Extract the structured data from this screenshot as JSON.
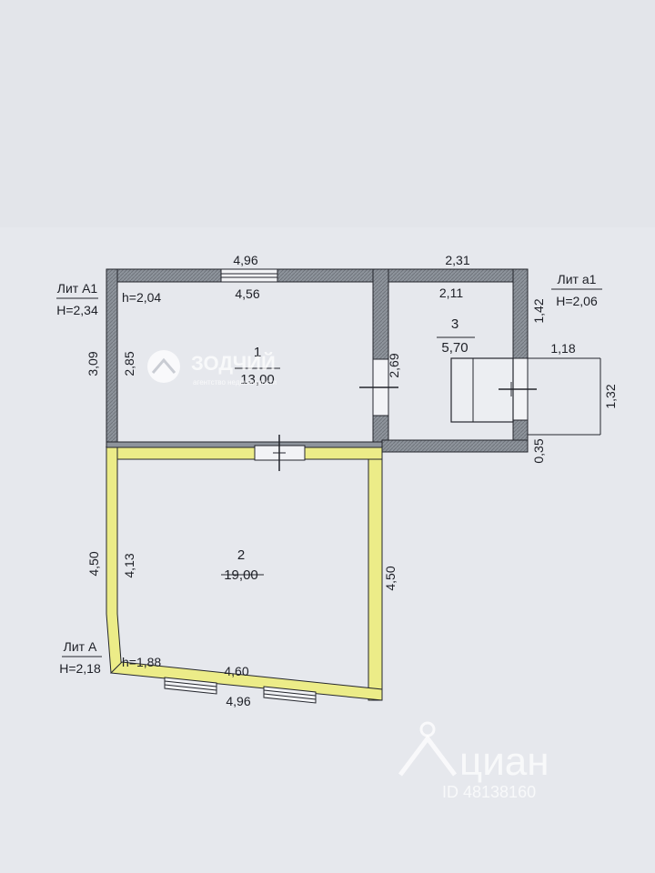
{
  "rooms": [
    {
      "number": "1",
      "area": "13,00"
    },
    {
      "number": "2",
      "area": "19,00"
    },
    {
      "number": "3",
      "area": "5,70"
    }
  ],
  "liters": [
    {
      "name": "Лит А1",
      "height": "H=2,34"
    },
    {
      "name": "Лит а1",
      "height": "H=2,06"
    },
    {
      "name": "Лит А",
      "height": "H=2,18"
    }
  ],
  "inner_heights": {
    "a1_top": "h=2,04",
    "a_bottom": "h=1,88"
  },
  "dimensions": {
    "top_outer": "4,96",
    "top_inner": "4,56",
    "a1_outer_width": "2,31",
    "a1_inner_width": "2,11",
    "a1_height": "1,42",
    "left_outer_top": "3,09",
    "left_inner_top": "2,85",
    "partition": "2,69",
    "porch_width": "1,18",
    "porch_height": "1,32",
    "porch_offset": "0,35",
    "left_outer_bottom": "4,50",
    "left_inner_bottom": "4,13",
    "right_outer_bottom": "4,50",
    "bottom_inner": "4,60",
    "bottom_outer": "4,96"
  },
  "watermarks": {
    "logo_text": "ЗОДЧИЙ",
    "logo_sub": "агентство недвижимости",
    "cian_text": "циан",
    "cian_id": "ID 48138160"
  },
  "colors": {
    "wall_gray": "#8e949c",
    "wall_yellow": "#ecec88",
    "line": "#24262d",
    "paper": "#e6e8ed"
  }
}
